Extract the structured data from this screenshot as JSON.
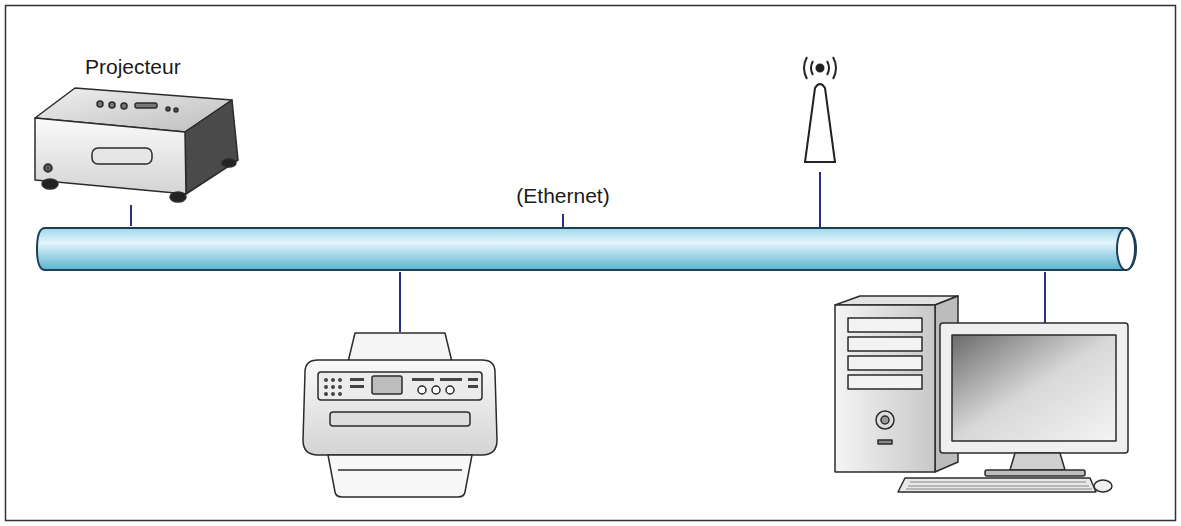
{
  "diagram": {
    "nodes": [
      {
        "text": [
          "Projecteur"
        ]
      },
      {
        "text": [
          "(Ethernet)"
        ]
      }
    ],
    "edges": [
      {
        "from": 0,
        "to": 1,
        "arrow": "none"
      }
    ]
  }
}
